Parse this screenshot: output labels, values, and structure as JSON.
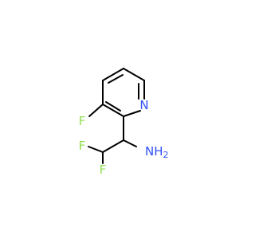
{
  "structure": {
    "atoms": {
      "nitrogen": "N",
      "fluorine_ring": "F",
      "fluorine_a": "F",
      "fluorine_b": "F",
      "amine": "NH",
      "amine_sub": "2"
    },
    "colors": {
      "bond": "#000000",
      "nitrogen": "#3050f8",
      "fluorine": "#90e050"
    }
  }
}
